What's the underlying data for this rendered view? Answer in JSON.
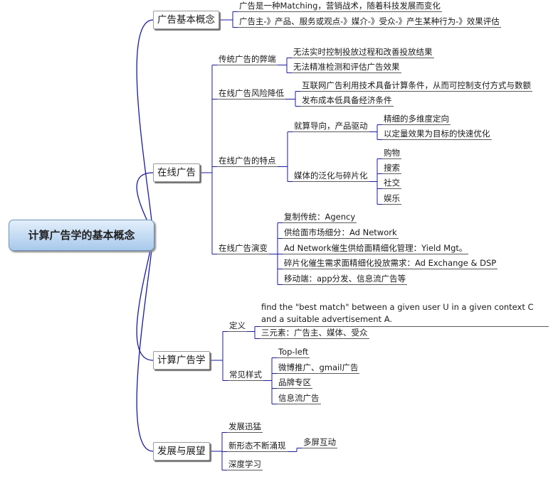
{
  "root": "计算广告学的基本概念",
  "branches": {
    "concept": {
      "label": "广告基本概念",
      "items": [
        "广告是一种Matching，营销战术，随着科技发展而变化",
        "广告主-》产品、服务或观点-》媒介-》受众-》产生某种行为-》效果评估"
      ]
    },
    "online": {
      "label": "在线广告",
      "drawbacks": {
        "label": "传统广告的弊端",
        "items": [
          "无法实时控制投放过程和改善投放结果",
          "无法精准检测和评估广告效果"
        ]
      },
      "risk": {
        "label": "在线广告风险降低",
        "items": [
          "互联网广告利用技术具备计算条件，从而可控制支付方式与数额",
          "发布成本低具备经济条件"
        ]
      },
      "features": {
        "label": "在线广告的特点",
        "settlement": {
          "label": "就算导向，产品驱动",
          "items": [
            "精细的多维度定向",
            "以定量效果为目标的快速优化"
          ]
        },
        "media": {
          "label": "媒体的泛化与碎片化",
          "items": [
            "购物",
            "搜索",
            "社交",
            "娱乐"
          ]
        }
      },
      "evolution": {
        "label": "在线广告演变",
        "items": [
          "复制传统：Agency",
          "供给面市场细分：Ad Network",
          "Ad Network催生供给面精细化管理：Yield Mgt。",
          "碎片化催生需求面精细化投放需求：Ad Exchange & DSP",
          "移动端：app分发、信息流广告等"
        ]
      }
    },
    "computational": {
      "label": "计算广告学",
      "definition": {
        "label": "定义",
        "items": [
          "find the \"best match\" between a given user U in a given context C and a suitable advertisement A.",
          "三元素：广告主、媒体、受众"
        ]
      },
      "styles": {
        "label": "常见样式",
        "items": [
          "Top-left",
          "微博推广、gmail广告",
          "品牌专区",
          "信息流广告"
        ]
      }
    },
    "future": {
      "label": "发展与展望",
      "rapid": "发展迅猛",
      "newforms": {
        "label": "新形态不断涌现",
        "items": [
          "多屏互动"
        ]
      },
      "deep": "深度学习"
    }
  },
  "colors": {
    "connector": "#1a1a9e",
    "root_fill_top": "#e3effb",
    "root_fill_bottom": "#a8c9ec",
    "root_border": "#6f93b8"
  }
}
